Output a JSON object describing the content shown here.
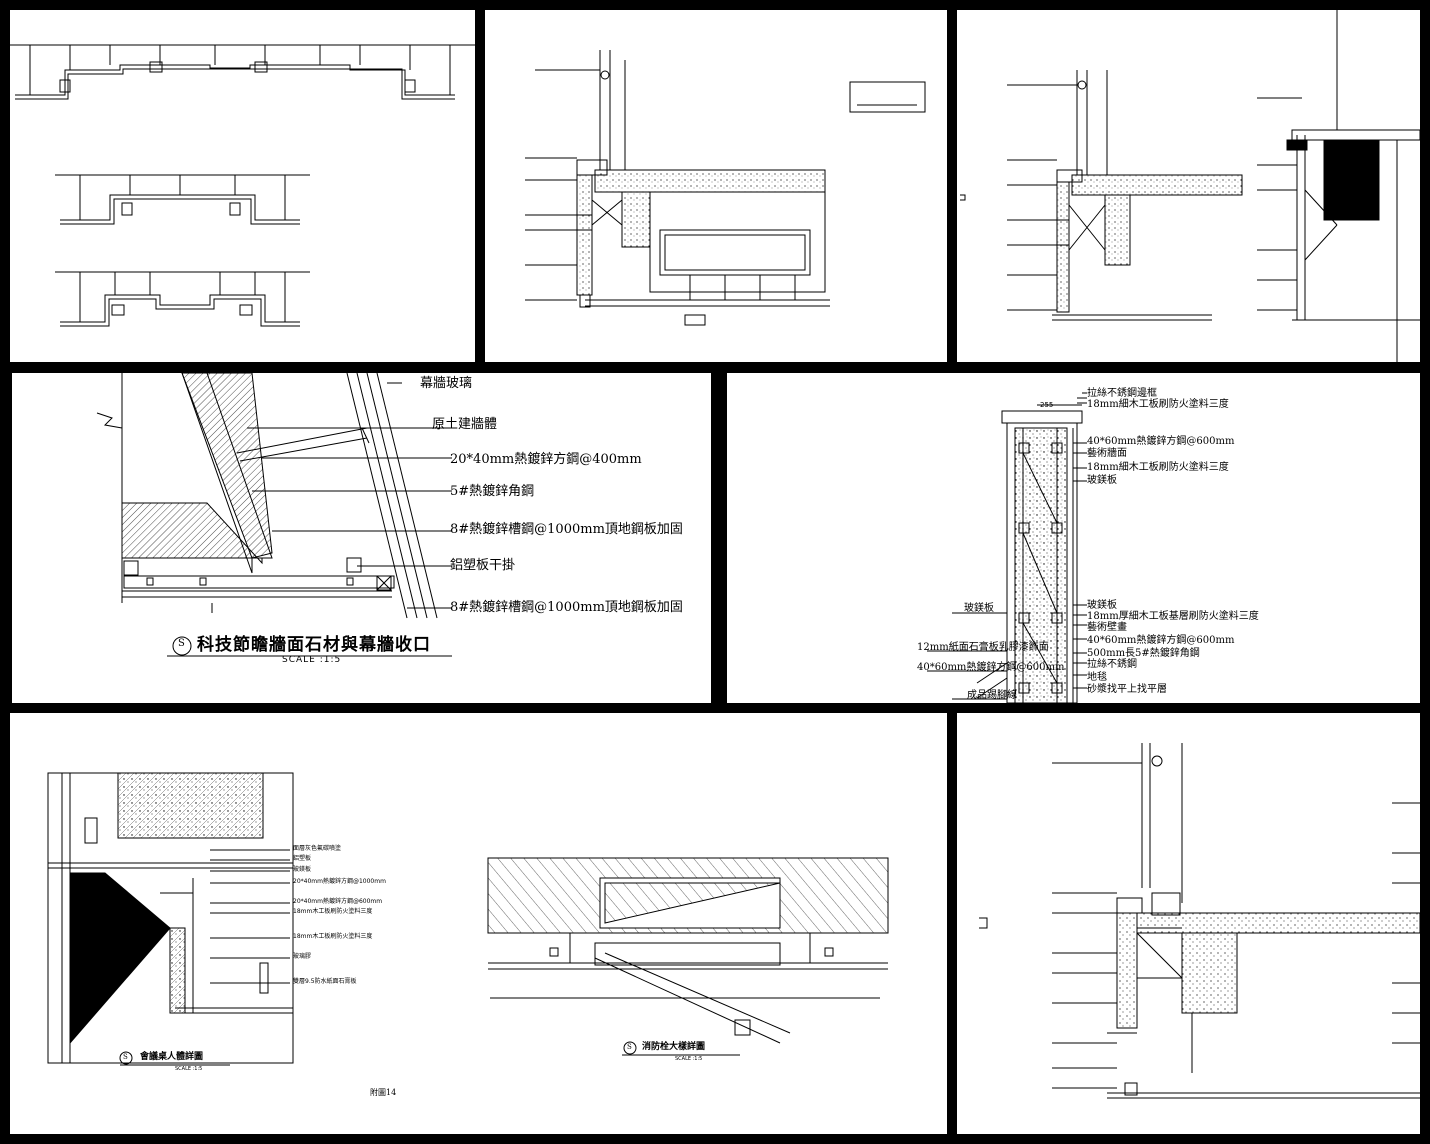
{
  "panel_d": {
    "labels": [
      "幕牆玻璃",
      "原土建牆體",
      "20*40mm熱鍍鋅方鋼@400mm",
      "5#熱鍍鋅角鋼",
      "8#熱鍍鋅槽鋼@1000mm頂地鋼板加固",
      "鋁塑板干掛",
      "8#熱鍍鋅槽鋼@1000mm頂地鋼板加固"
    ],
    "title": "科技節瞻牆面石材與幕牆收口",
    "scale": "SCALE :1:5",
    "marker": "S"
  },
  "panel_e": {
    "top_dim": "255",
    "labels": [
      "拉絲不銹鋼邊框",
      "18mm細木工板刷防火塗料三度",
      "40*60mm熱鍍鋅方鋼@600mm",
      "藝術牆面",
      "18mm細木工板刷防火塗料三度",
      "玻鎂板",
      "玻鎂板",
      "18mm厚細木工板基層刷防火塗料三度",
      "藝術壁畫",
      "40*60mm熱鍍鋅方鋼@600mm",
      "500mm長5#熱鍍鋅角鋼",
      "拉絲不銹鋼",
      "地毯",
      "砂漿找平上找平層"
    ],
    "left_labels": [
      "玻鎂板",
      "12mm紙面石膏板乳膠漆飾面",
      "40*60mm熱鍍鋅方鋼@600mm",
      "成品踢腳線"
    ]
  },
  "panel_f": {
    "labels": [
      "面層灰色氟碳噴塗",
      "鋁塑板",
      "玻鎂板",
      "20*40mm熱鍍鋅方鋼@1000mm",
      "20*40mm熱鍍鋅方鋼@600mm",
      "18mm木工板刷防火塗料三度",
      "18mm木工板刷防火塗料三度",
      "玻璃膠",
      "雙層9.5防水紙面石膏板"
    ],
    "title1": "會議桌人體詳圖",
    "scale1": "SCALE :1:5",
    "title2": "消防栓大樣詳圖",
    "scale2": "SCALE :1:5",
    "page_ref": "附圖14",
    "marker": "S"
  },
  "colors": {
    "background": "#000000",
    "paper": "#ffffff",
    "ink": "#000000"
  }
}
